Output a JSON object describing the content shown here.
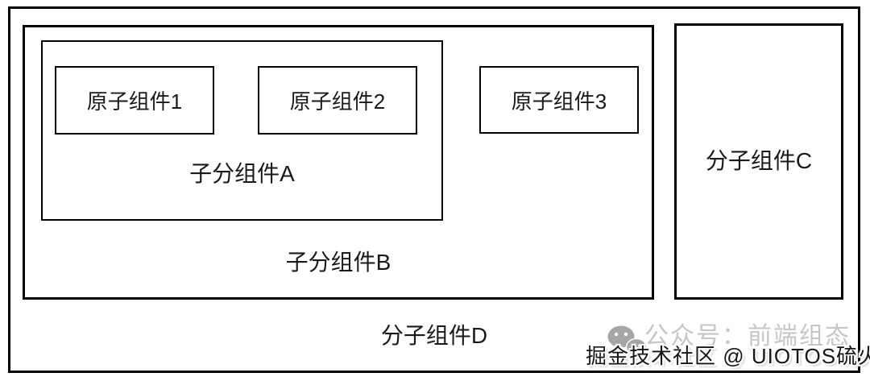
{
  "diagram": {
    "molecule_d_label": "分子组件D",
    "molecule_c_label": "分子组件C",
    "sub_b_label": "子分组件B",
    "sub_a_label": "子分组件A",
    "atoms": [
      {
        "label": "原子组件1"
      },
      {
        "label": "原子组件2"
      },
      {
        "label": "原子组件3"
      }
    ]
  },
  "watermark": {
    "icon": "wechat-icon",
    "account_text": "公众号：前端组态",
    "credit_text": "掘金技术社区 @ UIOTOS硫火"
  },
  "colors": {
    "background": "#ffffff",
    "border": "#000000",
    "text": "#1a1a1a",
    "watermark_gray": "#c6c6c6",
    "credit_text_color": "#161616",
    "wechat_icon_gray": "#a6a6a6"
  }
}
